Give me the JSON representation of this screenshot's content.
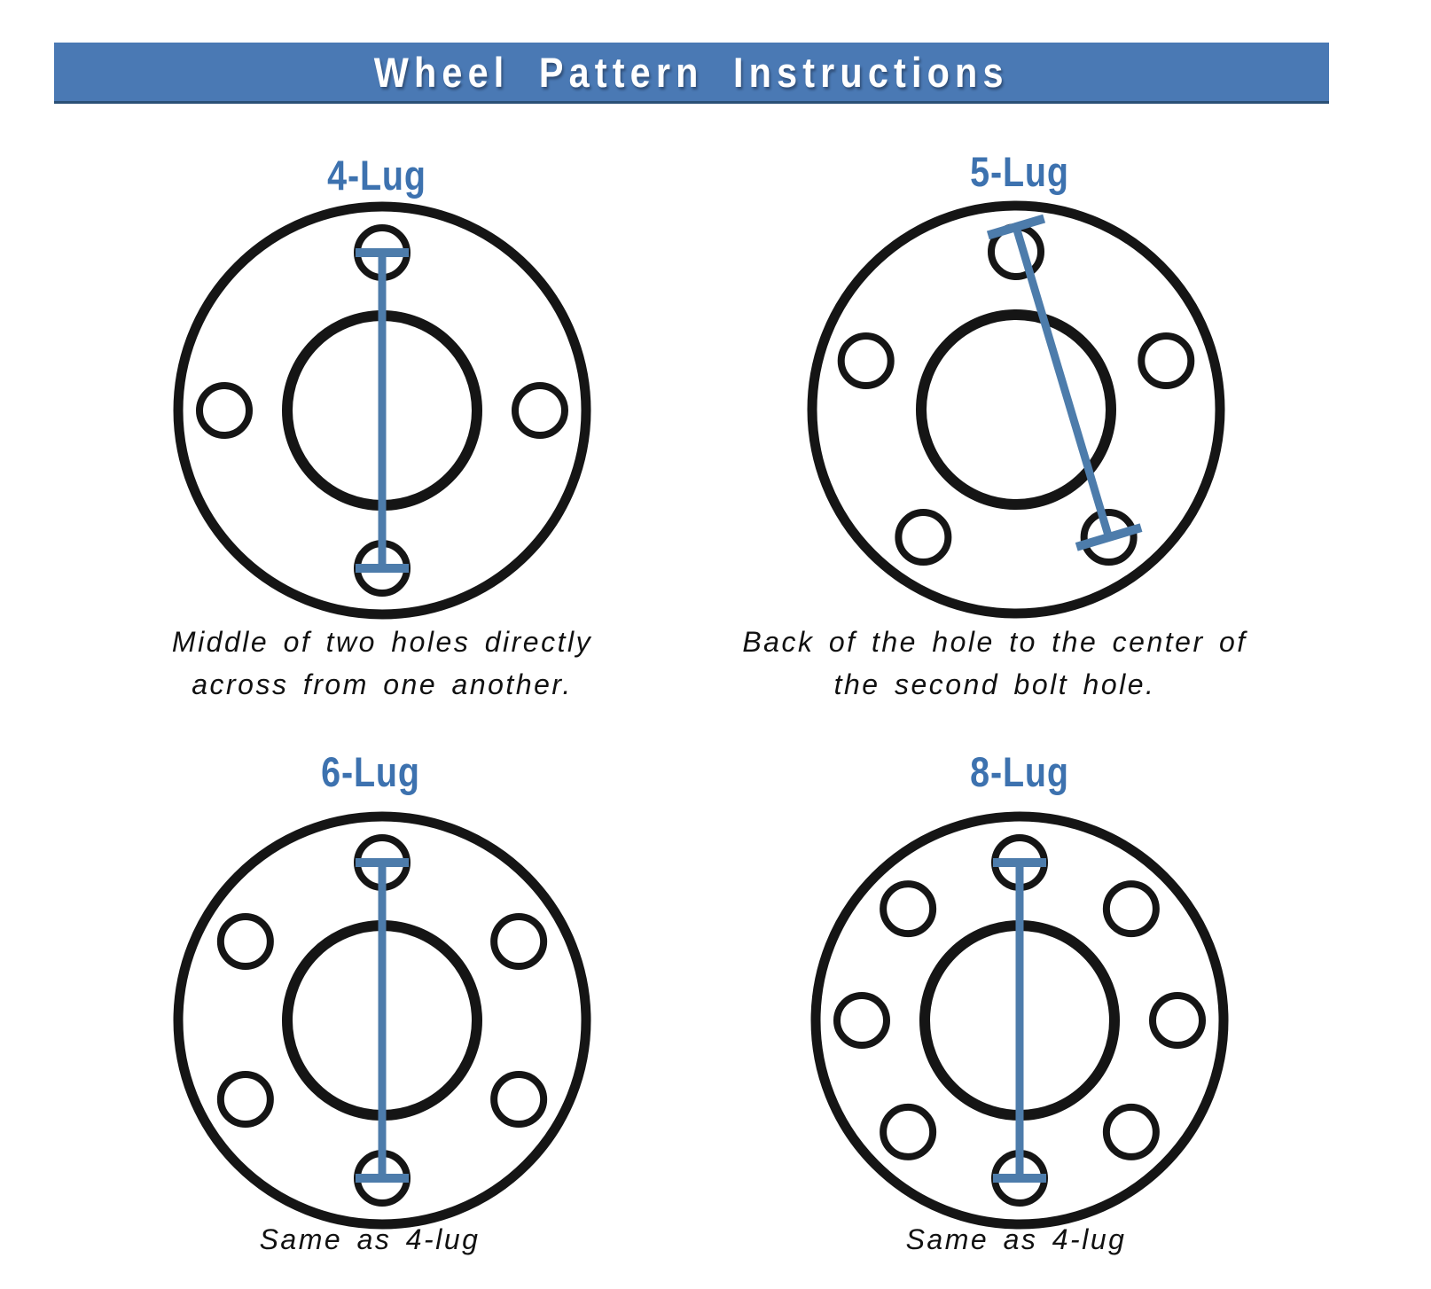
{
  "header": {
    "title": "Wheel Pattern Instructions"
  },
  "colors": {
    "banner_bg": "#4a79b4",
    "banner_edge": "#2a5076",
    "heading_blue": "#3d72af",
    "measure_line_blue": "#4d7cab",
    "wheel_outline": "#151515",
    "caption_text": "#111111",
    "background": "#ffffff"
  },
  "diagrams": [
    {
      "id": "4-lug",
      "label": "4-Lug",
      "lugs": 4,
      "measure": "middle-to-middle",
      "caption_lines": [
        "Middle of two holes directly",
        "across from one another."
      ]
    },
    {
      "id": "5-lug",
      "label": "5-Lug",
      "lugs": 5,
      "measure": "back-to-center",
      "caption_lines": [
        "Back of the hole to the center of",
        "the second bolt hole."
      ]
    },
    {
      "id": "6-lug",
      "label": "6-Lug",
      "lugs": 6,
      "measure": "middle-to-middle",
      "caption_lines": [
        "Same as 4-lug"
      ]
    },
    {
      "id": "8-lug",
      "label": "8-Lug",
      "lugs": 8,
      "measure": "middle-to-middle",
      "caption_lines": [
        "Same as 4-lug"
      ]
    }
  ]
}
